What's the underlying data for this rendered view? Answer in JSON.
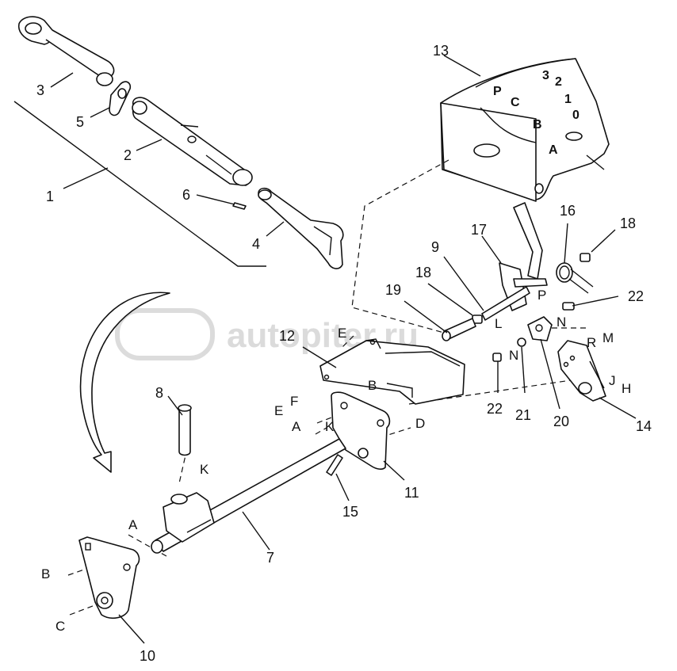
{
  "watermark": "autopiter.ru",
  "callouts": [
    "1",
    "2",
    "3",
    "4",
    "5",
    "6",
    "7",
    "8",
    "9",
    "10",
    "11",
    "12",
    "13",
    "14",
    "15",
    "16",
    "17",
    "18",
    "18",
    "19",
    "20",
    "21",
    "22",
    "22"
  ],
  "letters": [
    "A",
    "A",
    "B",
    "B",
    "C",
    "D",
    "E",
    "E",
    "F",
    "J",
    "H",
    "K",
    "K",
    "L",
    "M",
    "N",
    "N",
    "P",
    "R"
  ],
  "gauge_markings": [
    "P",
    "C",
    "B",
    "A",
    "3",
    "2",
    "1",
    "0"
  ]
}
